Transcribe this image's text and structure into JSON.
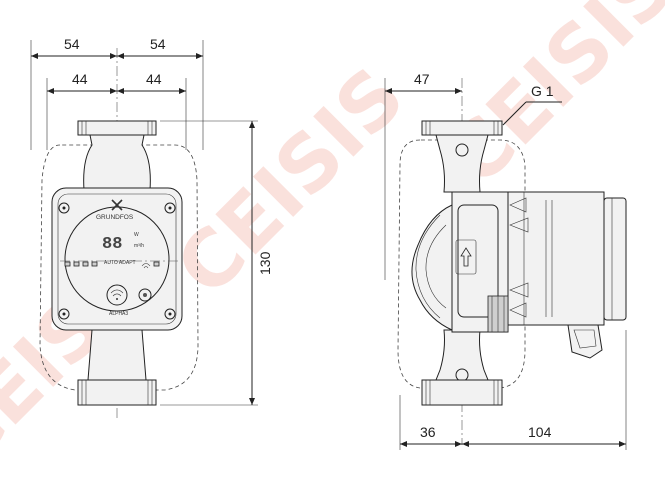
{
  "watermark": {
    "text": "CEISIS",
    "color": "#f26b50"
  },
  "front_view": {
    "dim_top_left": "54",
    "dim_top_right": "54",
    "dim_inner_left": "44",
    "dim_inner_right": "44",
    "dim_height": "130",
    "brand": "GRUNDFOS",
    "display_digits": "88",
    "unit_power": "W",
    "unit_flow": "m³/h",
    "mode_label": "AUTO ADAPT",
    "model_label": "ALPHA3"
  },
  "side_view": {
    "dim_top": "47",
    "thread_label": "G 1",
    "dim_bottom_left": "36",
    "dim_bottom_right": "104"
  }
}
